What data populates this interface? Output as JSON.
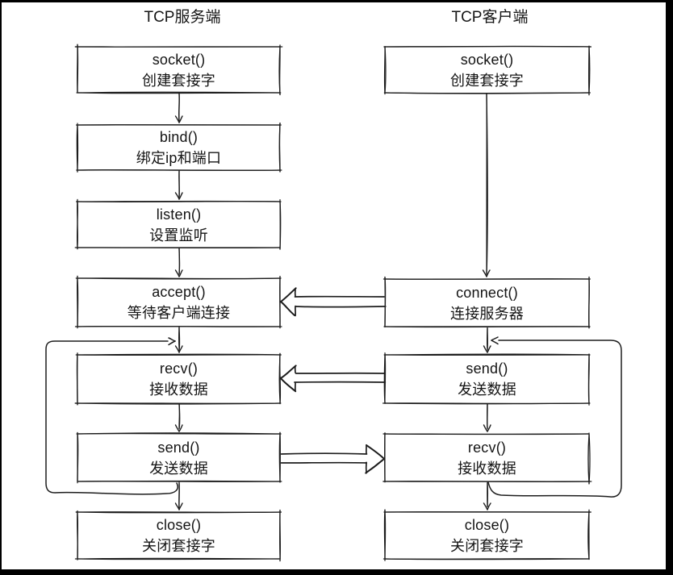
{
  "diagram": {
    "server": {
      "title": "TCP服务端",
      "steps": [
        {
          "func": "socket()",
          "desc": "创建套接字"
        },
        {
          "func": "bind()",
          "desc": "绑定ip和端口"
        },
        {
          "func": "listen()",
          "desc": "设置监听"
        },
        {
          "func": "accept()",
          "desc": "等待客户端连接"
        },
        {
          "func": "recv()",
          "desc": "接收数据"
        },
        {
          "func": "send()",
          "desc": "发送数据"
        },
        {
          "func": "close()",
          "desc": "关闭套接字"
        }
      ]
    },
    "client": {
      "title": "TCP客户端",
      "steps": [
        {
          "func": "socket()",
          "desc": "创建套接字"
        },
        {
          "func": "connect()",
          "desc": "连接服务器"
        },
        {
          "func": "send()",
          "desc": "发送数据"
        },
        {
          "func": "recv()",
          "desc": "接收数据"
        },
        {
          "func": "close()",
          "desc": "关闭套接字"
        }
      ]
    },
    "connections": [
      {
        "from": "server.socket",
        "to": "server.bind",
        "type": "flow"
      },
      {
        "from": "server.bind",
        "to": "server.listen",
        "type": "flow"
      },
      {
        "from": "server.listen",
        "to": "server.accept",
        "type": "flow"
      },
      {
        "from": "server.accept",
        "to": "server.recv",
        "type": "flow"
      },
      {
        "from": "server.recv",
        "to": "server.send",
        "type": "flow"
      },
      {
        "from": "server.send",
        "to": "server.close",
        "type": "flow"
      },
      {
        "from": "server.send",
        "to": "server.recv",
        "type": "loop-back"
      },
      {
        "from": "client.socket",
        "to": "client.connect",
        "type": "flow"
      },
      {
        "from": "client.connect",
        "to": "client.send",
        "type": "flow"
      },
      {
        "from": "client.send",
        "to": "client.recv",
        "type": "flow"
      },
      {
        "from": "client.recv",
        "to": "client.close",
        "type": "flow"
      },
      {
        "from": "client.recv",
        "to": "client.send",
        "type": "loop-back"
      },
      {
        "from": "client.connect",
        "to": "server.accept",
        "type": "hollow-arrow"
      },
      {
        "from": "client.send",
        "to": "server.recv",
        "type": "hollow-arrow"
      },
      {
        "from": "server.send",
        "to": "client.recv",
        "type": "hollow-arrow"
      }
    ],
    "colors": {
      "ink": "#1d1d1d",
      "frame": "#000000",
      "background": "#ffffff"
    }
  }
}
